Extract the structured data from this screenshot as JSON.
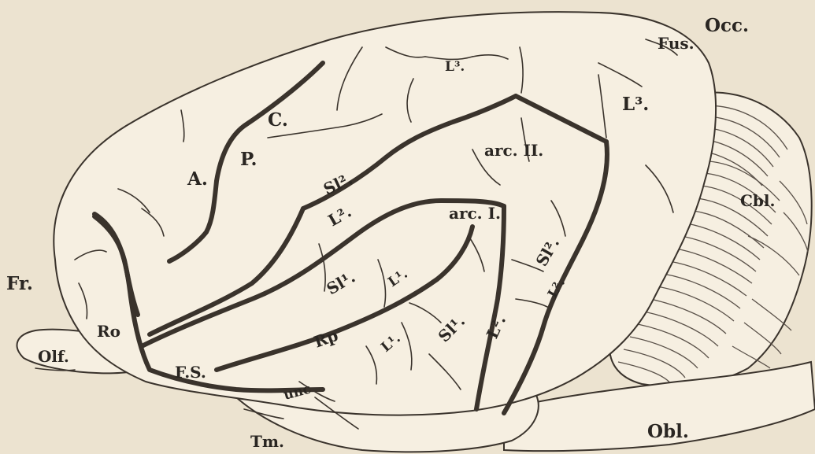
{
  "colors": {
    "paper": "#ece3d0",
    "ink": "#3a332c",
    "brain_fill": "#f6efe1"
  },
  "labels": {
    "occ": "Occ.",
    "fus": "Fus.",
    "l3_top": "L³.",
    "l3_right": "L³.",
    "c": "C.",
    "a": "A.",
    "p": "P.",
    "arc_ii": "arc. II.",
    "arc_i": "arc. I.",
    "cbl": "Cbl.",
    "sl2_upper": "Sl².",
    "l2_upper": "L².",
    "sl2_right": "Sl².",
    "l2_right": "L².",
    "l2_lower": "L².",
    "sl1_upper": "Sl¹.",
    "l1_upper": "L¹.",
    "sl1_lower": "Sl¹.",
    "l1_lower": "L¹.",
    "fr": "Fr.",
    "ro": "Ro",
    "olf": "Olf.",
    "fs": "F.S.",
    "rp": "Rp",
    "unc": "unc",
    "tm": "Tm.",
    "obl": "Obl."
  }
}
